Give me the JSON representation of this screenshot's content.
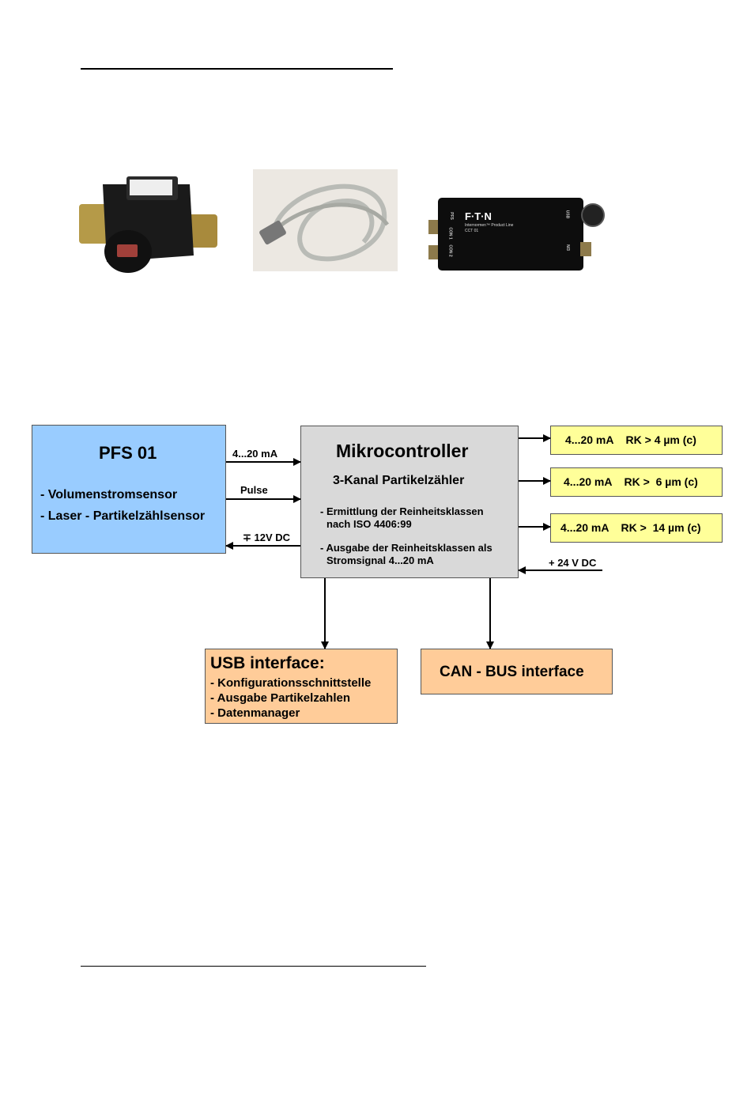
{
  "photos": {
    "device2_brand": "F·T·N",
    "device2_line": "Internormen™ Product Line",
    "device2_model": "CCT 01",
    "device2_ports": [
      "PFS",
      "CON 1",
      "CON 2",
      "USB",
      "N/3"
    ]
  },
  "diagram": {
    "pfs": {
      "title": "PFS 01",
      "items": [
        "- Volumenstromsensor",
        "- Laser - Partikelzählsensor"
      ]
    },
    "mc": {
      "title": "Mikrocontroller",
      "subtitle": "3-Kanal Partikelzähler",
      "item1_line1": "- Ermittlung der Reinheitsklassen",
      "item1_line2": "nach ISO 4406:99",
      "item2_line1": "- Ausgabe der Reinheitsklassen als",
      "item2_line2": "Stromsignal 4...20 mA"
    },
    "signals": {
      "in1": "4...20 mA",
      "in2": "Pulse",
      "out1": "∓ 12V DC",
      "power": "+ 24 V DC"
    },
    "outputs": [
      "4...20 mA    RK > 4 µm (c)",
      "4...20 mA    RK >  6 µm (c)",
      "4...20 mA    RK >  14 µm (c)"
    ],
    "usb": {
      "title": "USB interface:",
      "items": [
        "- Konfigurationsschnittstelle",
        "- Ausgabe Partikelzahlen",
        "- Datenmanager"
      ]
    },
    "can": {
      "title": "CAN - BUS interface"
    }
  },
  "colors": {
    "pfs_fill": "#99ccff",
    "mc_fill": "#d9d9d9",
    "output_fill": "#ffff99",
    "interface_fill": "#ffcc99"
  }
}
